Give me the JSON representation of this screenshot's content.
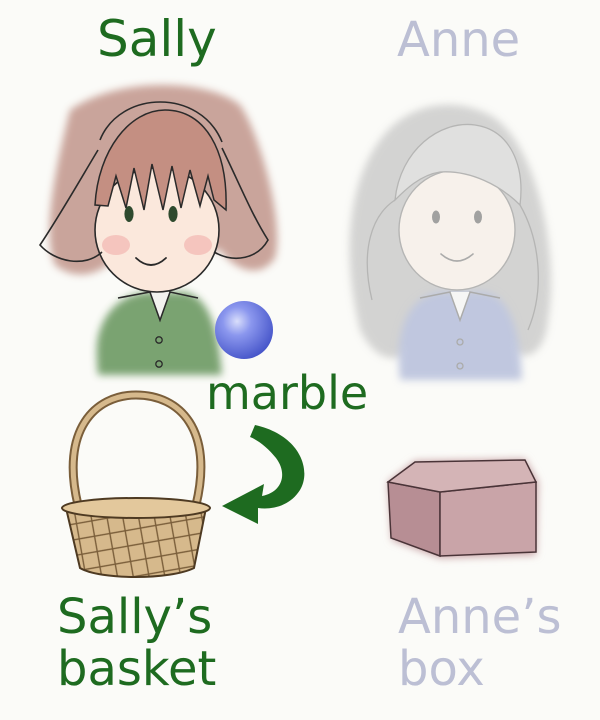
{
  "colors": {
    "sally_text": "#1e6b20",
    "anne_text": "#bcbfd4",
    "arrow": "#1e6b20",
    "marble": "#6f7fe6"
  },
  "sally": {
    "name": "Sally"
  },
  "anne": {
    "name": "Anne"
  },
  "marble": {
    "label": "marble"
  },
  "basket": {
    "label": "Sally’s\nbasket"
  },
  "box": {
    "label": "Anne’s\nbox"
  },
  "icons": [
    "sally-figure",
    "anne-figure",
    "marble-icon",
    "basket-icon",
    "box-icon",
    "curved-arrow-icon"
  ]
}
